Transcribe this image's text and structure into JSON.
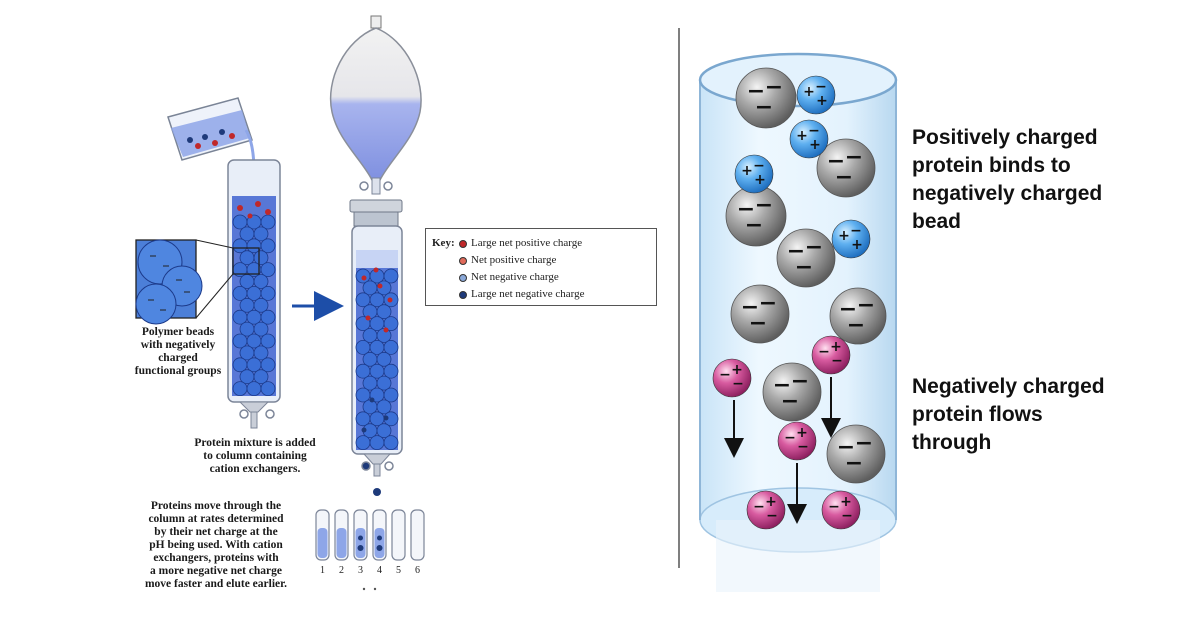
{
  "left_panel": {
    "beads_caption": [
      "Polymer beads",
      "with negatively",
      "charged",
      "functional groups"
    ],
    "mixture_caption": [
      "Protein mixture is added",
      "to column containing",
      "cation exchangers."
    ],
    "elution_caption": [
      "Proteins move through the",
      "column at rates determined",
      "by their net charge at the",
      "pH being used. With cation",
      "exchangers, proteins with",
      "a more negative net charge",
      "move faster and elute earlier."
    ],
    "tube_numbers": [
      "1",
      "2",
      "3",
      "4",
      "5",
      "6"
    ],
    "key": {
      "title": "Key:",
      "items": [
        {
          "label": "Large net positive charge",
          "color": "#c0282a"
        },
        {
          "label": "Net positive charge",
          "color": "#e06a5a"
        },
        {
          "label": "Net negative charge",
          "color": "#8aa8d8"
        },
        {
          "label": "Large net negative charge",
          "color": "#1e3a7a"
        }
      ]
    }
  },
  "right_panel": {
    "positive_label": [
      "Positively charged",
      "protein binds to",
      "negatively charged",
      "bead"
    ],
    "negative_label": [
      "Negatively charged",
      "protein flows",
      "through"
    ],
    "bead_sign": "−",
    "positive_protein_signs": [
      "+",
      "−",
      "+"
    ],
    "negative_protein_signs": [
      "−",
      "+",
      "−"
    ]
  },
  "colors": {
    "bead_blue": "#3b6fd6",
    "liquid_blue": "#9fb0f0",
    "gray_bead": "#8c8c8c",
    "blue_protein": "#3a8de0",
    "pink_protein": "#c23d8a"
  }
}
